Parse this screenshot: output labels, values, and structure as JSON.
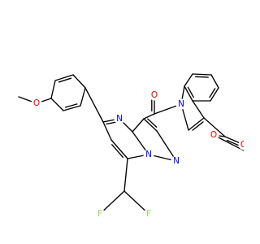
{
  "molecule": {
    "atoms": [
      {
        "symbol": "O",
        "color": "#ff0000"
      },
      {
        "symbol": "N",
        "color": "#0000ff"
      },
      {
        "symbol": "N",
        "color": "#0000ff"
      },
      {
        "symbol": "N",
        "color": "#0000ff"
      },
      {
        "symbol": "N",
        "color": "#0000ff"
      },
      {
        "symbol": "O",
        "color": "#ff0000"
      },
      {
        "symbol": "O",
        "color": "#ff0000"
      },
      {
        "symbol": "O",
        "color": "#ff0000"
      },
      {
        "symbol": "F",
        "color": "#90e050"
      },
      {
        "symbol": "F",
        "color": "#90e050"
      }
    ]
  }
}
